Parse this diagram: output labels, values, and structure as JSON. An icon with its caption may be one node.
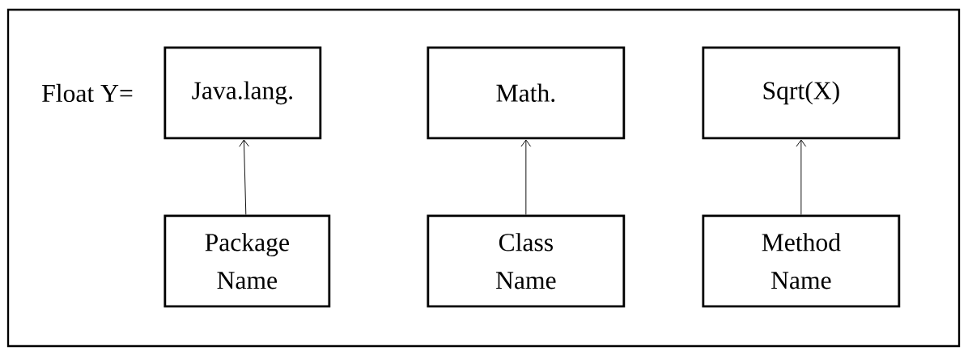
{
  "diagram": {
    "nodes": [
      {
        "text": [],
        "shape": "box"
      },
      {
        "text": [
          "Java.lang."
        ],
        "in": 0
      },
      {
        "text": [
          "Math."
        ],
        "in": 0
      },
      {
        "text": [
          "Sqrt(X)"
        ],
        "in": 0
      },
      {
        "text": [
          "Package Name"
        ],
        "in": 0
      },
      {
        "text": [
          "Class Name"
        ],
        "in": 0
      },
      {
        "text": [
          "Method Name"
        ],
        "in": 0
      }
    ],
    "edges": [
      {
        "from": 4,
        "to": 1,
        "arrow": "to"
      },
      {
        "from": 5,
        "to": 2,
        "arrow": "to"
      },
      {
        "from": 6,
        "to": 3,
        "arrow": "to"
      }
    ],
    "labels": [
      "Float Y="
    ]
  }
}
